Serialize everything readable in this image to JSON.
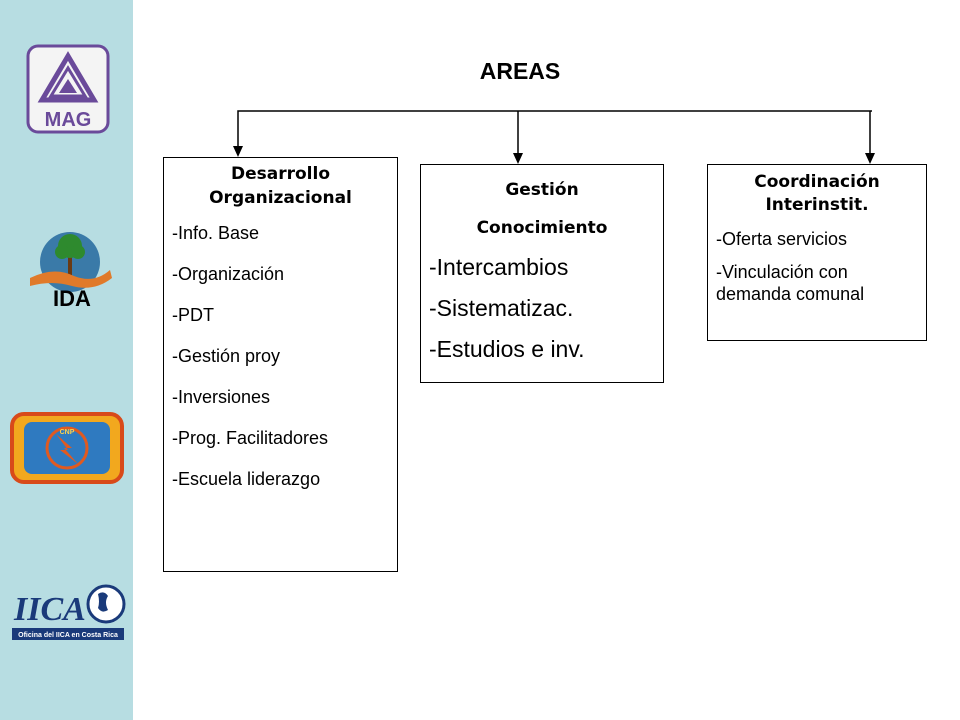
{
  "title": "AREAS",
  "logos": {
    "mag": {
      "text": "MAG"
    },
    "ida": {
      "text": "IDA"
    },
    "cnp": {
      "text": "CNP"
    },
    "iica": {
      "text": "IICA",
      "caption": "Oficina del IICA en Costa Rica"
    }
  },
  "areas": [
    {
      "heading": [
        "Desarrollo",
        "Organizacional"
      ],
      "items": [
        "-Info. Base",
        "-Organización",
        "-PDT",
        "-Gestión proy",
        "-Inversiones",
        "-Prog. Facilitadores",
        "-Escuela liderazgo"
      ]
    },
    {
      "heading": [
        "Gestión",
        "Conocimiento"
      ],
      "items": [
        "-Intercambios",
        "-Sistematizac.",
        "-Estudios e inv."
      ]
    },
    {
      "heading": [
        "Coordinación",
        "Interinstit."
      ],
      "items": [
        "-Oferta servicios",
        "-Vinculación con demanda comunal"
      ]
    }
  ]
}
